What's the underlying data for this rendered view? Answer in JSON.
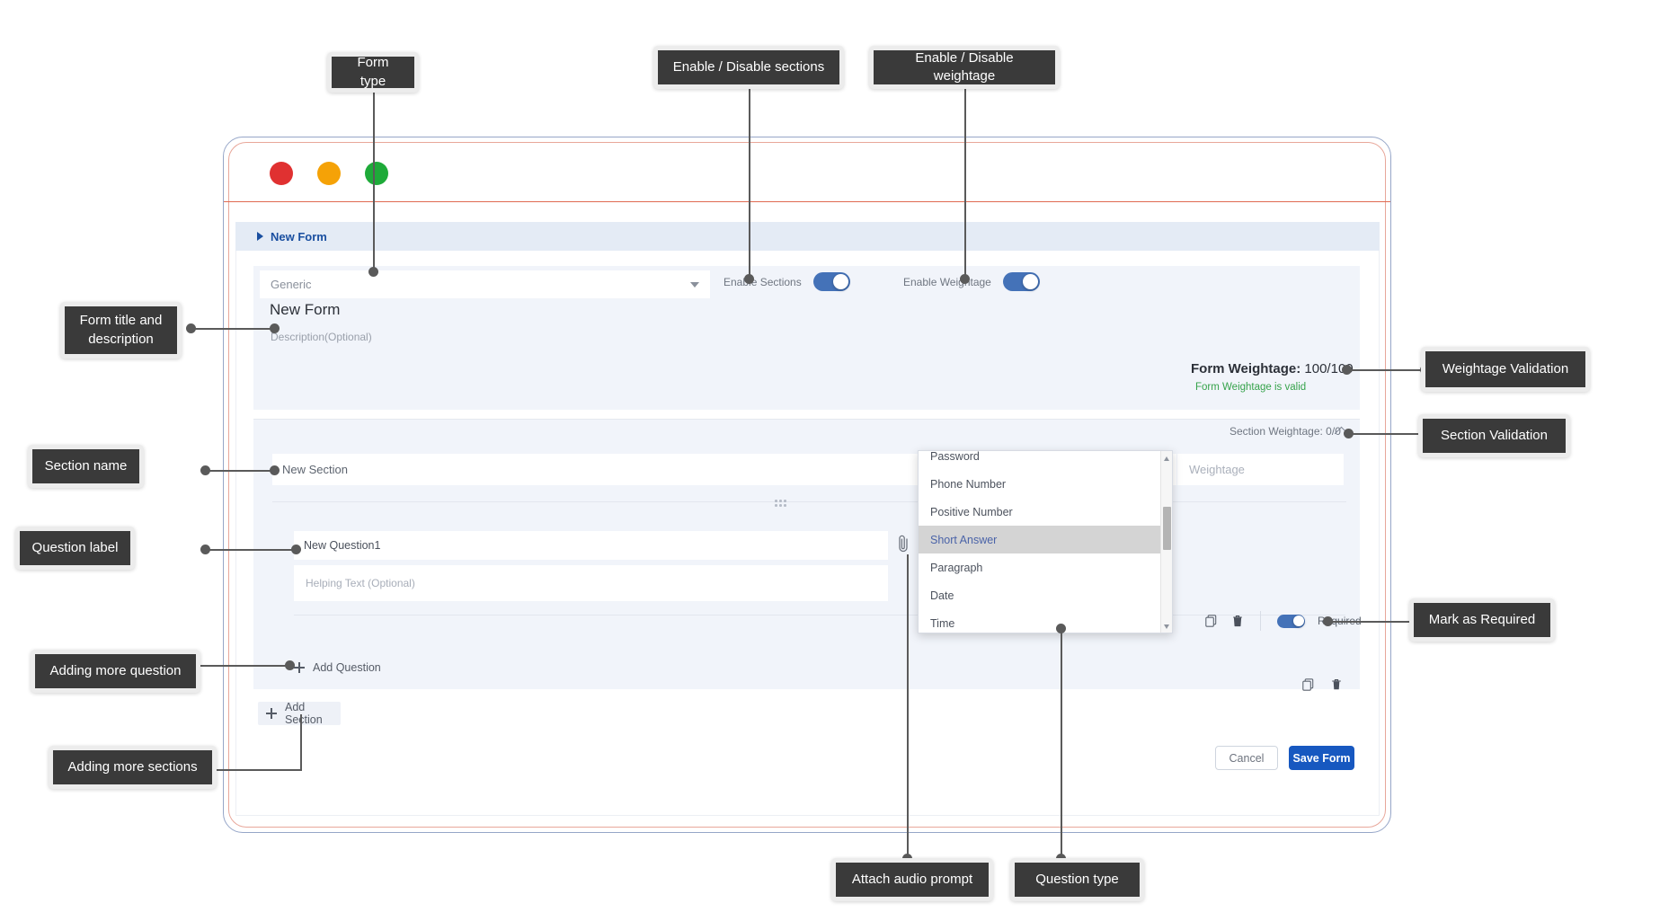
{
  "window": {
    "traffic_lights": [
      "close-red",
      "minimize-amber",
      "maximize-green"
    ]
  },
  "breadcrumb": {
    "label": "New Form"
  },
  "form_header": {
    "type_select": {
      "value": "Generic",
      "icon": "chevron-down-icon"
    },
    "enable_sections": {
      "label": "Enable Sections",
      "state": "on"
    },
    "enable_weightage": {
      "label": "Enable Weightage",
      "state": "on"
    },
    "title": "New Form",
    "description_placeholder": "Description(Optional)",
    "weightage_label": "Form Weightage:",
    "weightage_value": "100/100",
    "weightage_validation": "Form Weightage is valid"
  },
  "section": {
    "weightage_summary": "Section Weightage: 0/0",
    "collapse_icon": "chevron-up-icon",
    "name_value": "New Section",
    "weight_placeholder": "Weightage",
    "drag_handle_icon": "drag-handle-icon",
    "question": {
      "label_value": "New Question1",
      "helping_placeholder": "Helping Text (Optional)",
      "attach_icon": "paperclip-icon",
      "duplicate_icon": "copy-icon",
      "delete_icon": "trash-icon",
      "required_label": "Required",
      "required_state": "on"
    },
    "footer": {
      "duplicate_icon": "copy-icon",
      "delete_icon": "trash-icon"
    },
    "add_question_label": "Add Question"
  },
  "add_section_label": "Add Section",
  "footer": {
    "cancel_label": "Cancel",
    "save_label": "Save Form"
  },
  "dropdown": {
    "options": [
      "Password",
      "Phone Number",
      "Positive Number",
      "Short Answer",
      "Paragraph",
      "Date",
      "Time"
    ],
    "selected": "Short Answer"
  },
  "callouts": {
    "form_type": "Form type",
    "enable_sections": "Enable / Disable sections",
    "enable_weightage": "Enable / Disable weightage",
    "form_title_description": "Form title and\ndescription",
    "section_name": "Section name",
    "question_label": "Question label",
    "adding_more_question": "Adding more question",
    "adding_more_sections": "Adding more sections",
    "weightage_validation": "Weightage Validation",
    "section_validation": "Section Validation",
    "mark_as_required": "Mark as Required",
    "attach_audio_prompt": "Attach audio prompt",
    "question_type": "Question type"
  },
  "colors": {
    "accent_blue": "#1758c0",
    "toggle_on": "#4472b8",
    "valid_green": "#36a34b",
    "breadcrumb_blue": "#1a4fa0",
    "callout_bg": "#3a3a3a"
  }
}
